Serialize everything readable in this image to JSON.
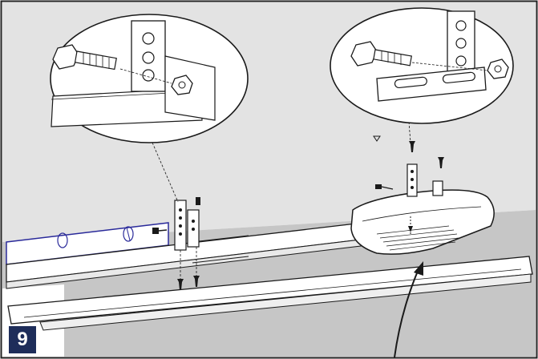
{
  "step": {
    "number": "9"
  },
  "colors": {
    "wall": "#e3e3e3",
    "floor": "#c4c4c4",
    "line": "#1a1a1a",
    "level": "#2a2a9a",
    "badge": "#1e2d5a",
    "frame": "#222222"
  },
  "parts": [
    {
      "name": "bracket-detail-callout-left"
    },
    {
      "name": "bracket-detail-callout-right"
    },
    {
      "name": "opener-motor-unit"
    },
    {
      "name": "rail"
    },
    {
      "name": "spirit-level"
    },
    {
      "name": "door-header"
    }
  ]
}
